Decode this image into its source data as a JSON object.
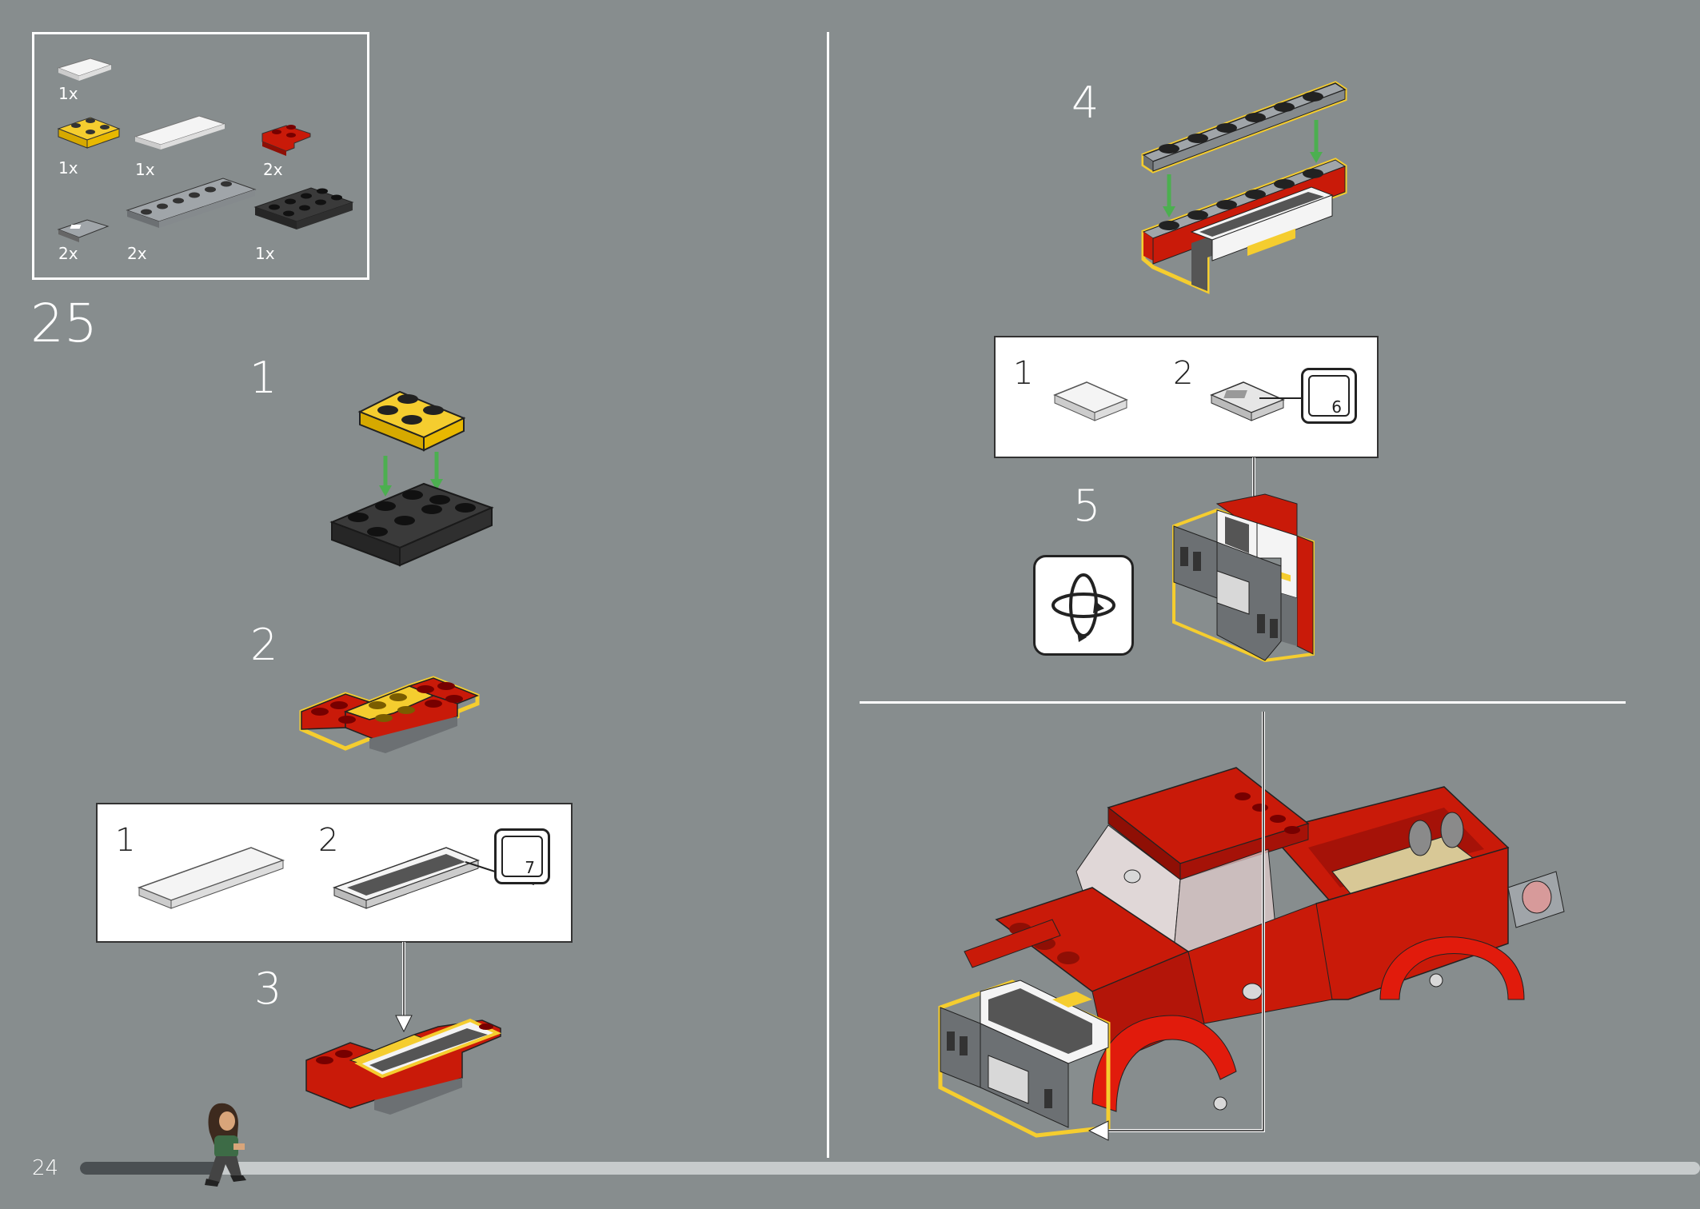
{
  "parts_list": [
    {
      "qty": "1x",
      "color": "#f4f4f4",
      "name": "tile-1x2-white"
    },
    {
      "qty": "1x",
      "color": "#f5cd2f",
      "name": "plate-2x2-yellow"
    },
    {
      "qty": "1x",
      "color": "#f4f4f4",
      "name": "tile-1x6-white"
    },
    {
      "qty": "2x",
      "color": "#c91a09",
      "name": "plate-corner-red"
    },
    {
      "qty": "2x",
      "color": "#a0a5a9",
      "name": "tile-grille-grey"
    },
    {
      "qty": "2x",
      "color": "#a0a5a9",
      "name": "plate-1x6-grey"
    },
    {
      "qty": "1x",
      "color": "#3a3a3a",
      "name": "plate-2x4-black"
    }
  ],
  "step_number": "25",
  "substeps": {
    "s1": "1",
    "s2": "2",
    "s3": "3",
    "s4": "4",
    "s5": "5"
  },
  "callout_a": {
    "n1": "1",
    "n2": "2",
    "sticker": "7"
  },
  "callout_b": {
    "n1": "1",
    "n2": "2",
    "sticker": "6"
  },
  "page_number": "24",
  "colors": {
    "red": "#c91a09",
    "yellow": "#f5cd2f",
    "black": "#3a3a3a",
    "grey": "#a0a5a9",
    "white": "#f4f4f4",
    "green": "#4caf50",
    "highlight": "#f5cd2f",
    "tan": "#d8c896"
  }
}
